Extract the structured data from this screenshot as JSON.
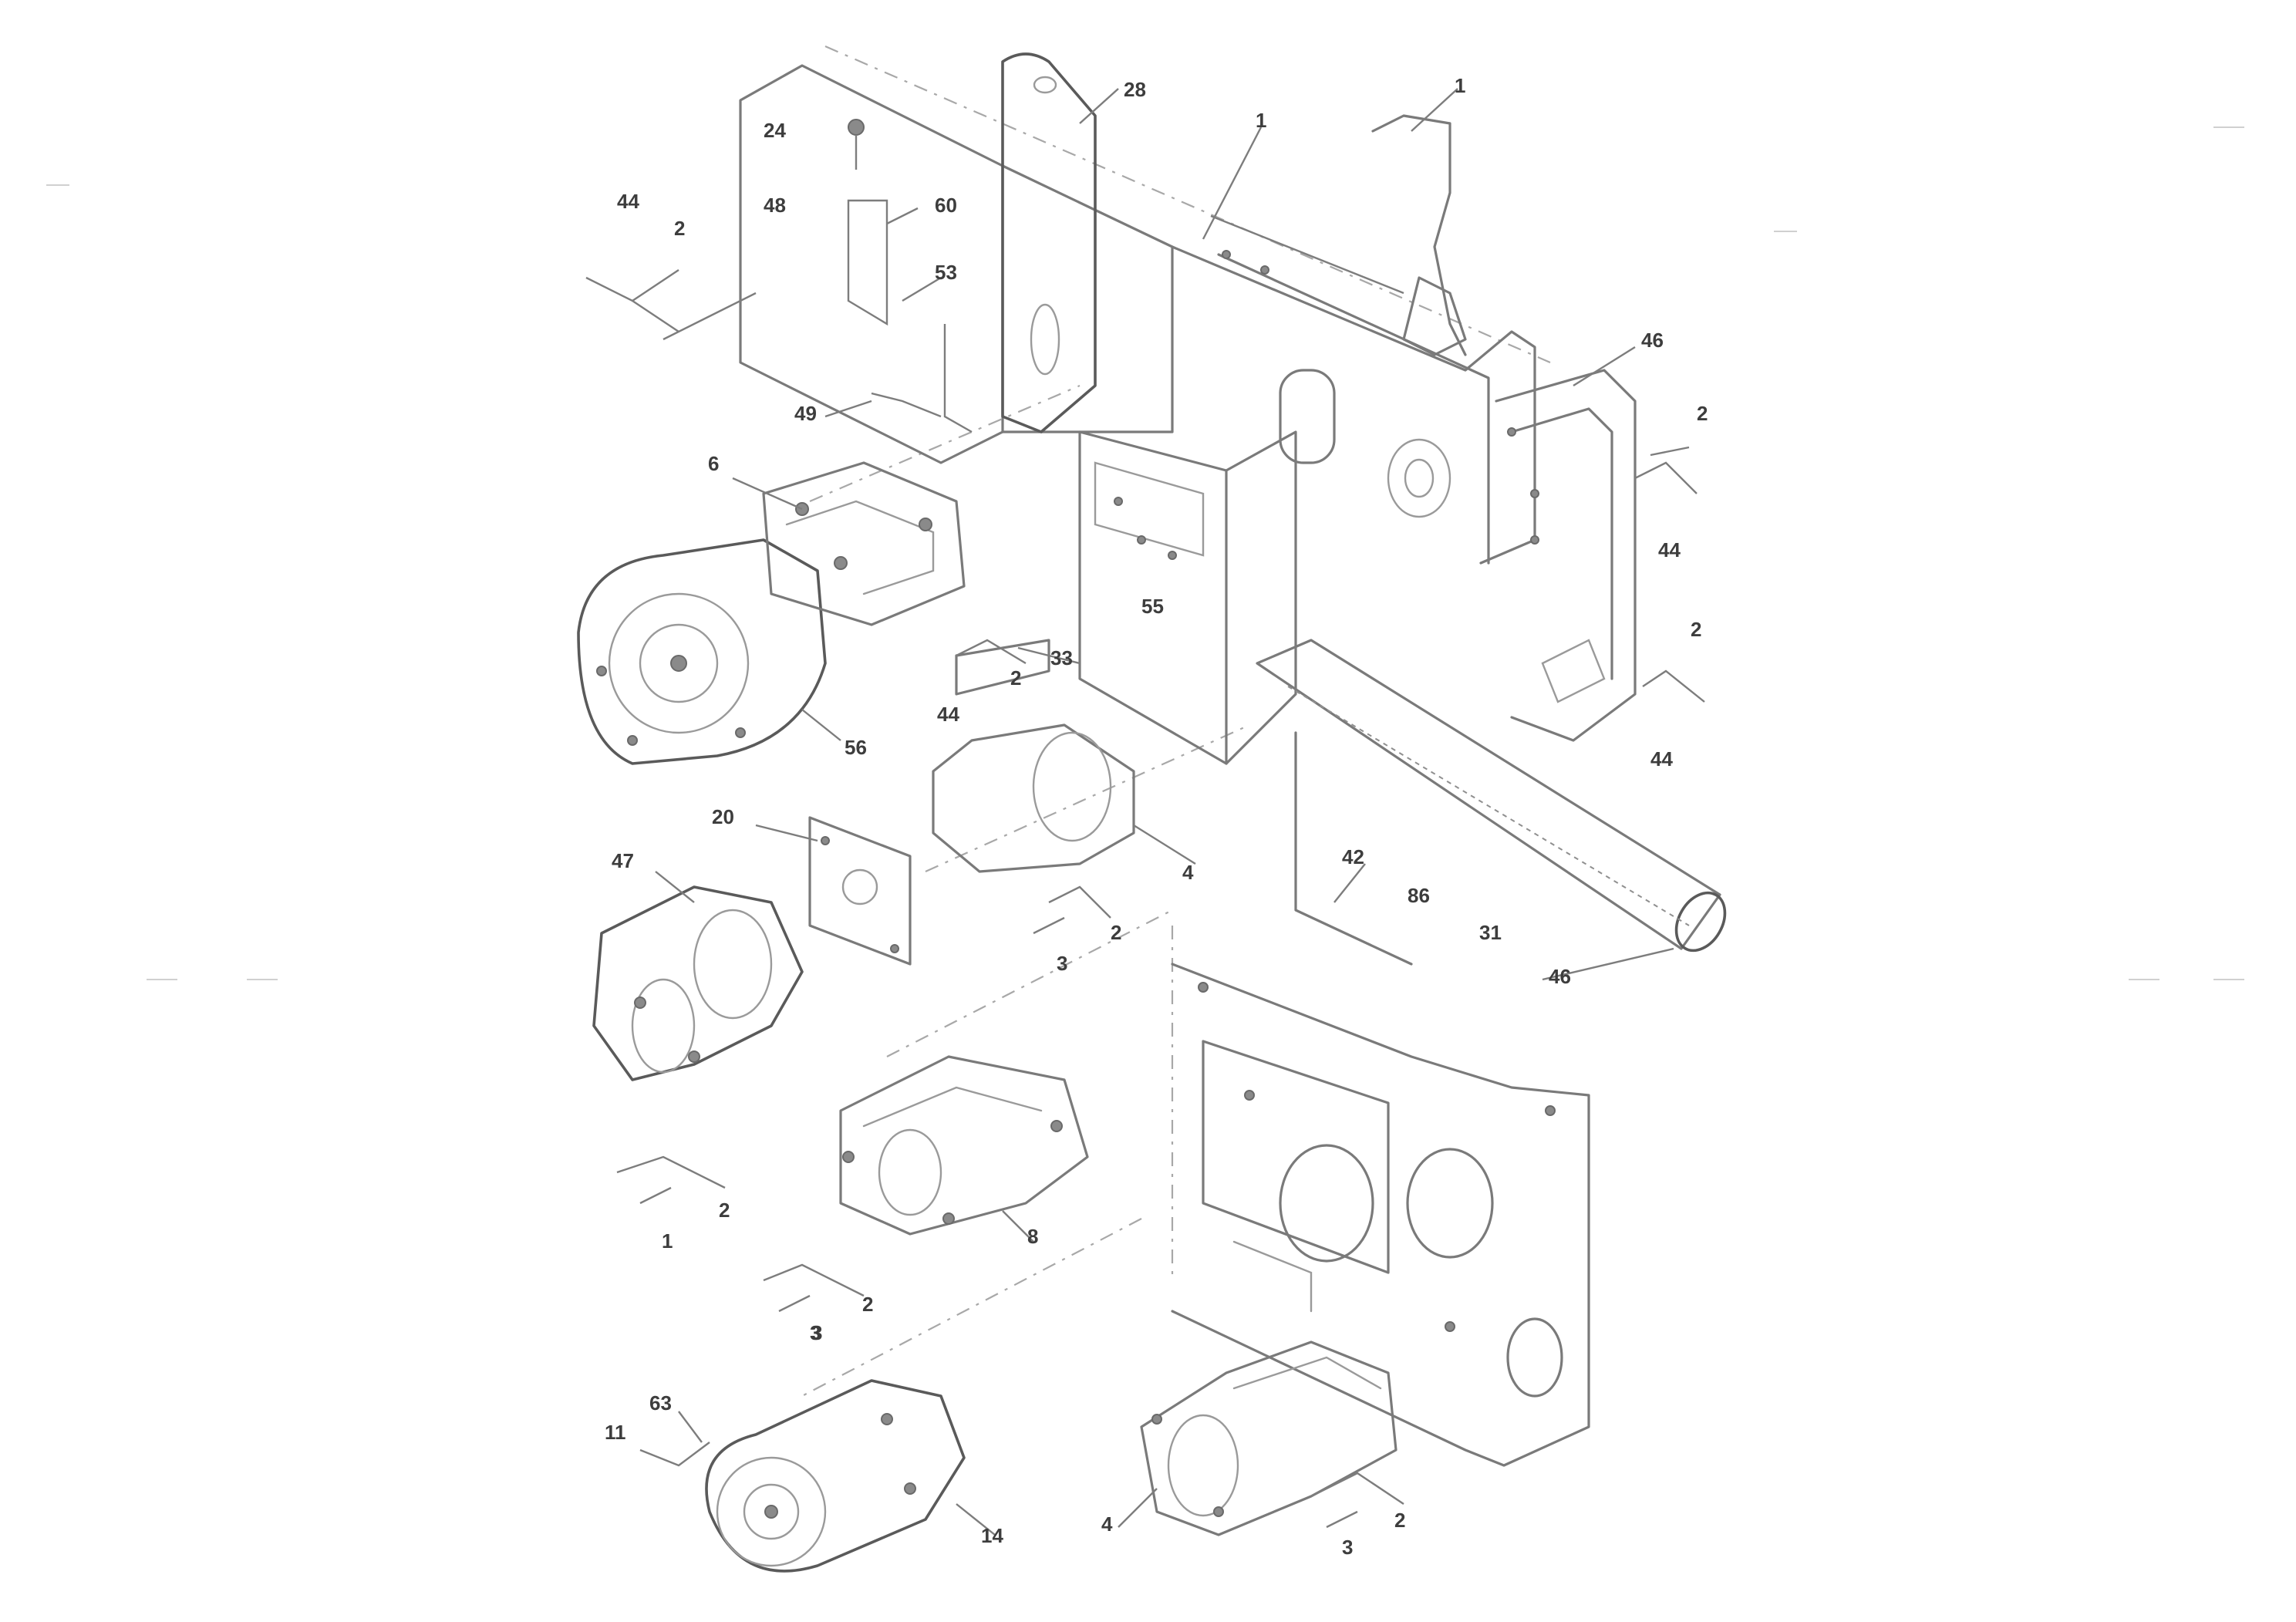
{
  "diagram": {
    "callouts": [
      {
        "id": "c-28-top",
        "text": "28"
      },
      {
        "id": "c-24",
        "text": "24"
      },
      {
        "id": "c-1-top",
        "text": "1"
      },
      {
        "id": "c-1-right",
        "text": "1"
      },
      {
        "id": "c-44-left",
        "text": "44"
      },
      {
        "id": "c-2-a",
        "text": "2"
      },
      {
        "id": "c-48",
        "text": "48"
      },
      {
        "id": "c-60",
        "text": "60"
      },
      {
        "id": "c-53",
        "text": "53"
      },
      {
        "id": "c-49",
        "text": "49"
      },
      {
        "id": "c-46-right",
        "text": "46"
      },
      {
        "id": "c-2-right-a",
        "text": "2"
      },
      {
        "id": "c-44-right",
        "text": "44"
      },
      {
        "id": "c-6",
        "text": "6"
      },
      {
        "id": "c-55-mid",
        "text": "55"
      },
      {
        "id": "c-33",
        "text": "33"
      },
      {
        "id": "c-2-right-b",
        "text": "2"
      },
      {
        "id": "c-44-right-b",
        "text": "44"
      },
      {
        "id": "c-2-b",
        "text": "2"
      },
      {
        "id": "c-44-c",
        "text": "44"
      },
      {
        "id": "c-56",
        "text": "56"
      },
      {
        "id": "c-20",
        "text": "20"
      },
      {
        "id": "c-47",
        "text": "47"
      },
      {
        "id": "c-4-mid",
        "text": "4"
      },
      {
        "id": "c-42",
        "text": "42"
      },
      {
        "id": "c-86",
        "text": "86"
      },
      {
        "id": "c-31",
        "text": "31"
      },
      {
        "id": "c-46-low",
        "text": "46"
      },
      {
        "id": "c-2-c",
        "text": "2"
      },
      {
        "id": "c-3-a",
        "text": "3"
      },
      {
        "id": "c-2-d",
        "text": "2"
      },
      {
        "id": "c-1-low",
        "text": "1"
      },
      {
        "id": "c-3-b",
        "text": "3"
      },
      {
        "id": "c-8",
        "text": "8"
      },
      {
        "id": "c-2-e",
        "text": "2"
      },
      {
        "id": "c-3-c",
        "text": "3"
      },
      {
        "id": "c-63",
        "text": "63"
      },
      {
        "id": "c-11",
        "text": "11"
      },
      {
        "id": "c-14",
        "text": "14"
      },
      {
        "id": "c-4-low",
        "text": "4"
      },
      {
        "id": "c-2-f",
        "text": "2"
      },
      {
        "id": "c-3-d",
        "text": "3"
      }
    ]
  }
}
